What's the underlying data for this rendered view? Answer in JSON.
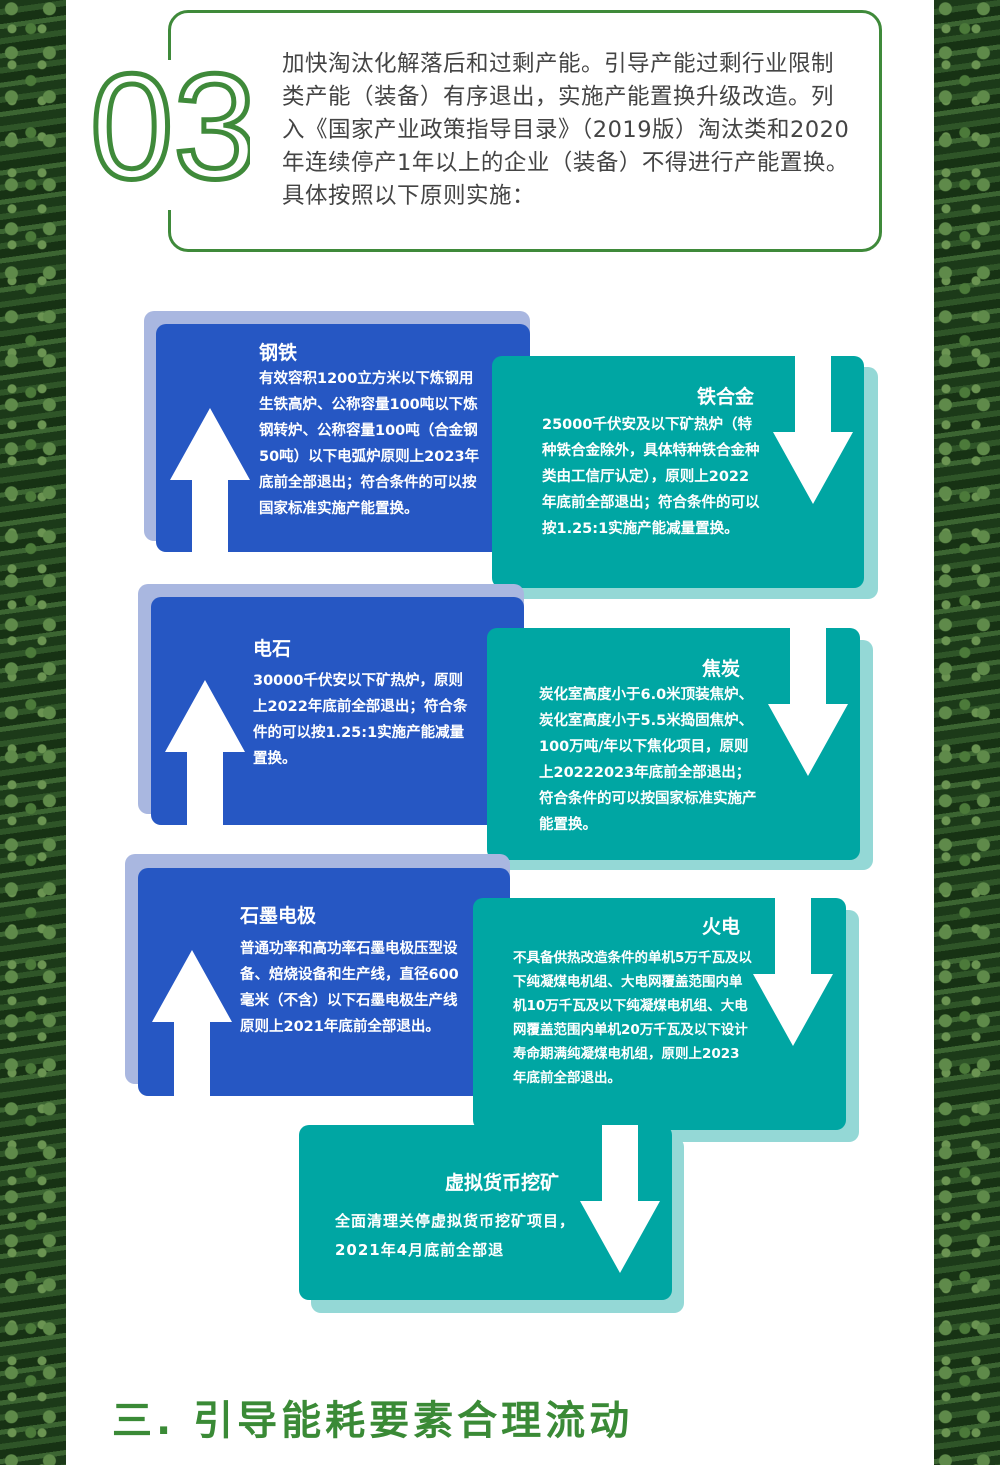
{
  "intro": {
    "number": "03",
    "text": "加快淘汰化解落后和过剩产能。引导产能过剩行业限制类产能（装备）有序退出，实施产能置换升级改造。列入《国家产业政策指导目录》（2019版）淘汰类和2020年连续停产1年以上的企业（装备）不得进行产能置换。具体按照以下原则实施："
  },
  "cards": [
    {
      "title": "钢铁",
      "body": "有效容积1200立方米以下炼钢用生铁高炉、公称容量100吨以下炼钢转炉、公称容量100吨（合金钢50吨）以下电弧炉原则上2023年底前全部退出；符合条件的可以按国家标准实施产能置换。"
    },
    {
      "title": "铁合金",
      "body": "25000千伏安及以下矿热炉（特种铁合金除外，具体特种铁合金种类由工信厅认定），原则上2022年底前全部退出；符合条件的可以按1.25:1实施产能减量置换。"
    },
    {
      "title": "电石",
      "body": "30000千伏安以下矿热炉，原则上2022年底前全部退出；符合条件的可以按1.25:1实施产能减量置换。"
    },
    {
      "title": "焦炭",
      "body": "炭化室高度小于6.0米顶装焦炉、炭化室高度小于5.5米捣固焦炉、100万吨/年以下焦化项目，原则上20222023年底前全部退出；符合条件的可以按国家标准实施产能置换。"
    },
    {
      "title": "石墨电极",
      "body": "普通功率和高功率石墨电极压型设备、焙烧设备和生产线，直径600毫米（不含）以下石墨电极生产线原则上2021年底前全部退出。"
    },
    {
      "title": "火电",
      "body": "不具备供热改造条件的单机5万千瓦及以下纯凝煤电机组、大电网覆盖范围内单机10万千瓦及以下纯凝煤电机组、大电网覆盖范围内单机20万千瓦及以下设计寿命期满纯凝煤电机组，原则上2023年底前全部退出。"
    },
    {
      "title": "虚拟货币挖矿",
      "body": "全面清理关停虚拟货币挖矿项目，2021年4月底前全部退"
    }
  ],
  "section_title": "三. 引导能耗要素合理流动",
  "colors": {
    "green": "#3f8a3a",
    "blue": "#2657c3",
    "teal": "#00a6a3"
  }
}
